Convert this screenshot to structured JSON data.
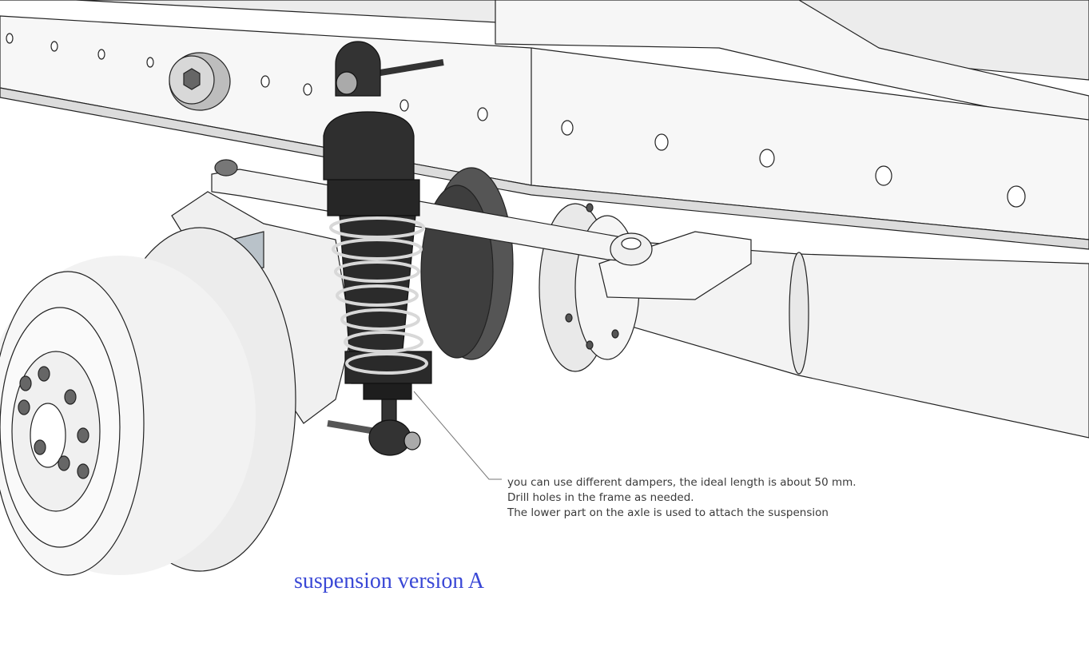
{
  "annotation": {
    "lines": [
      "you can use different dampers, the ideal length is about 50 mm.",
      "Drill holes in the frame as needed.",
      "The lower part on the axle is used to attach the suspension"
    ]
  },
  "caption": "suspension version A",
  "colors": {
    "caption": "#3a48d6",
    "annotation_text": "#3a3a3a",
    "damper_body": "#2e2e2e",
    "part_fill": "#f2f2f2",
    "edge": "#222222"
  }
}
